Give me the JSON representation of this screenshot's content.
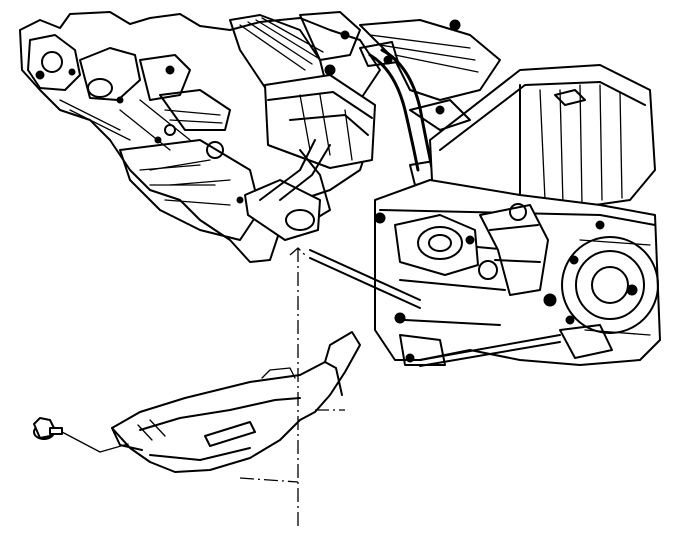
{
  "figure": {
    "background": "#ffffff",
    "line_color": "#000000",
    "style": "line-art"
  },
  "components": [
    "engine-block",
    "intake-manifold",
    "coolant-hose",
    "transaxle-housing",
    "engine-mount-bracket",
    "flywheel-inspection-cover",
    "cover-mounting-bolt",
    "assembly-guide-lines"
  ]
}
